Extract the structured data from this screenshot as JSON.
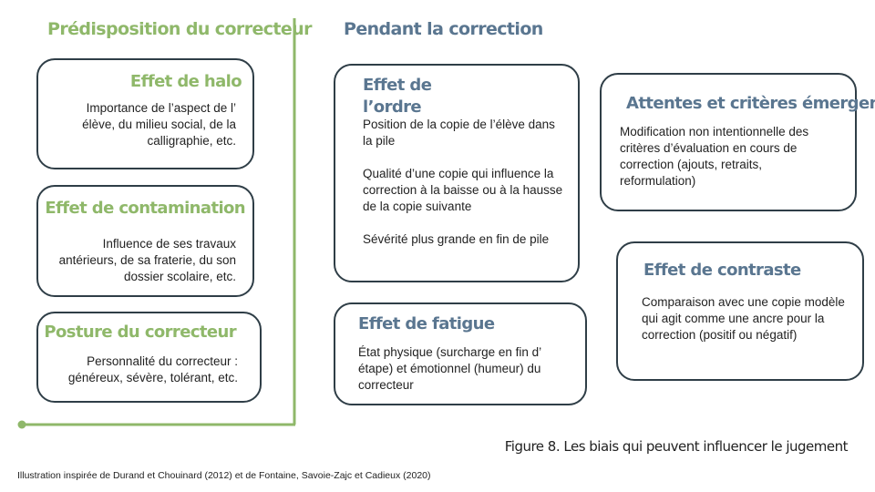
{
  "left_column": {
    "heading": "Prédisposition du correcteur",
    "boxes": [
      {
        "title": "Effet de halo",
        "text": "Importance de l’aspect de l’ élève, du milieu social, de la calligraphie, etc."
      },
      {
        "title": "Effet de contamination",
        "text": "Influence de ses travaux antérieurs, de sa fraterie, du son dossier scolaire, etc."
      },
      {
        "title": "Posture du correcteur",
        "text": "Personnalité du correcteur : généreux, sévère, tolérant, etc."
      }
    ]
  },
  "right_column": {
    "heading": "Pendant la correction",
    "boxes": [
      {
        "title": "Effet de l’ordre",
        "paragraphs": [
          "Position de la copie de l’élève dans la pile",
          "Qualité d’une copie qui influence la correction à la baisse ou à la hausse de la copie suivante",
          "Sévérité plus grande en fin de pile"
        ]
      },
      {
        "title": "Attentes et critères émergents",
        "text": "Modification non intentionnelle des critères d’évaluation en cours de correction (ajouts, retraits, reformulation)"
      },
      {
        "title": "Effet de fatigue",
        "text": "État physique (surcharge en fin d’ étape) et émotionnel (humeur) du correcteur"
      },
      {
        "title": "Effet de contraste",
        "text": "Comparaison avec une copie modèle qui agit comme une ancre pour la correction (positif ou négatif)"
      }
    ]
  },
  "caption": "Figure 8. Les biais qui peuvent influencer le jugement",
  "credit": "Illustration inspirée de Durand et Chouinard (2012) et de Fontaine, Savoie-Zajc et Cadieux (2020)",
  "colors": {
    "green_accent": "#8fb86a",
    "slate_accent": "#5a7690",
    "box_border": "#2f3e47"
  }
}
